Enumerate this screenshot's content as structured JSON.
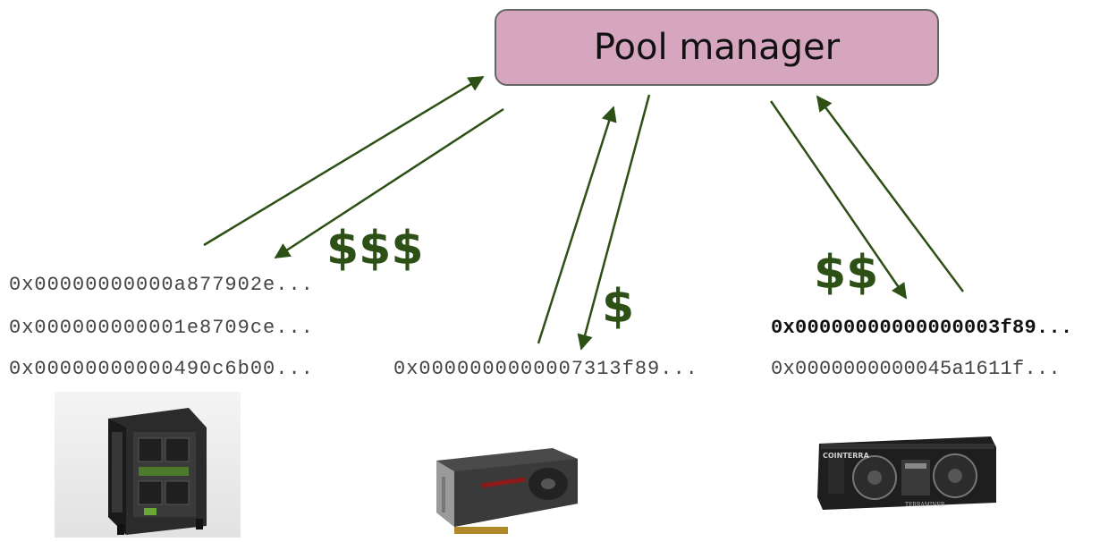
{
  "pool": {
    "label": "Pool manager"
  },
  "colors": {
    "box_fill": "#d5a6bd",
    "arrow": "#2d5016",
    "money": "#2d5016"
  },
  "left_miner": {
    "hashes": [
      "0x00000000000a877902e...",
      "0x000000000001e8709ce...",
      "0x00000000000490c6b00..."
    ],
    "payout": "$$$",
    "device_icon": "mining-rig-icon"
  },
  "middle_miner": {
    "hashes": [
      "0x0000000000007313f89..."
    ],
    "payout": "$",
    "device_icon": "gpu-card-icon"
  },
  "right_miner": {
    "hashes": [
      "0x00000000000000003f89...",
      "0x0000000000045a1611f..."
    ],
    "payout": "$$",
    "device_icon": "asic-miner-icon",
    "brand": "COINTERRA",
    "model": "TERRAMINER"
  }
}
